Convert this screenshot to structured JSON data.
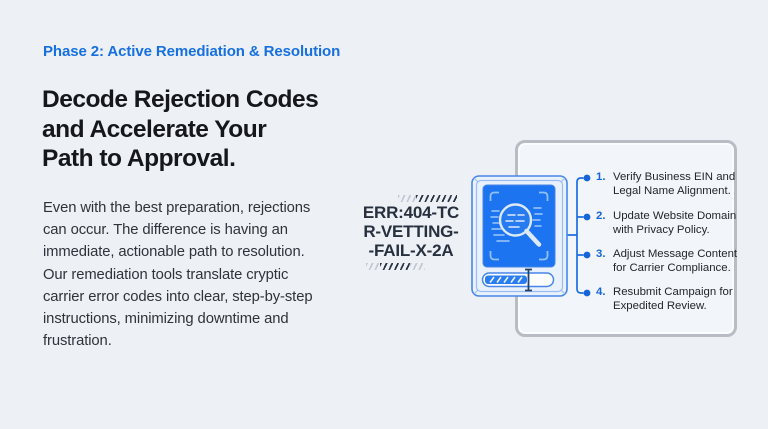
{
  "slide": {
    "eyebrow": "Phase 2: Active Remediation & Resolution",
    "heading": "Decode Rejection Codes\nand Accelerate Your\nPath to Approval.",
    "body": "Even with the best preparation, rejections\ncan occur. The difference is having an\nimmediate, actionable path to resolution.\nOur remediation tools translate cryptic\ncarrier error codes into clear, step-by-step\ninstructions, minimizing downtime and\nfrustration."
  },
  "error_code": {
    "text": "ERR:404-TC\nR-VETTING-\n-FAIL-X-2A"
  },
  "steps": [
    {
      "number": "1.",
      "text": "Verify Business EIN and\nLegal Name Alignment."
    },
    {
      "number": "2.",
      "text": "Update Website Domain\nwith Privacy Policy."
    },
    {
      "number": "3.",
      "text": "Adjust Message Content\nfor Carrier Compliance."
    },
    {
      "number": "4.",
      "text": "Resubmit Campaign for\nExpedited Review."
    }
  ],
  "illustration": {
    "type": "tablet-scan-diagram",
    "icons": {
      "screen": "magnifier-scan-icon",
      "corners": "viewfinder-brackets-icon",
      "bar": "progress-bar",
      "handle": "slider-handle-icon",
      "decoration": "hatch-marks",
      "links": "connector-dots"
    },
    "progress_percent": 62
  },
  "colors": {
    "background": "#edf0f5",
    "accent_blue": "#1670e0",
    "screen_blue": "#1c74f0",
    "connector_blue": "#1b6fe0",
    "heading_text": "#15171c",
    "body_text": "#2e333a",
    "error_text": "#27303e",
    "card_border": "#b8bdc5"
  }
}
